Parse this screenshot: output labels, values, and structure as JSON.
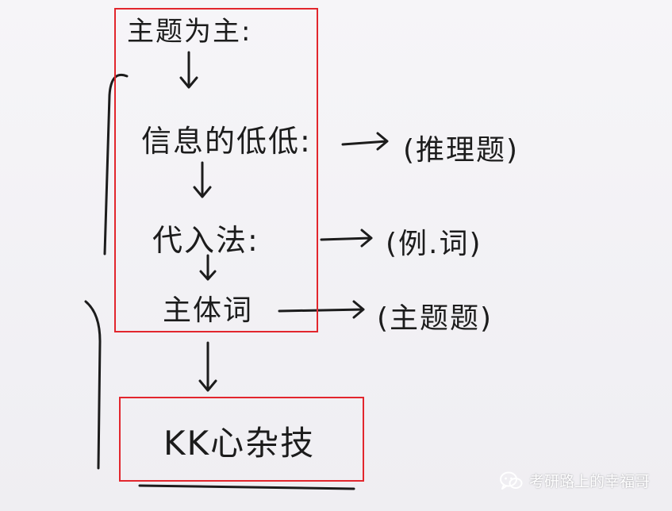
{
  "notes": {
    "title": "主题为主:",
    "step1": "信息的低低:",
    "step2": "代入法:",
    "step3": "主体词",
    "step1_note": "(推理题)",
    "step2_note": "(例.词)",
    "step3_note": "(主题题)",
    "final": "KK心杂技"
  },
  "watermark": {
    "icon": "wechat-icon",
    "text": "考研路上的幸福哥"
  },
  "colors": {
    "ink": "#1c1c1c",
    "highlight_box": "#e2262d",
    "watermark_text": "#ffffff"
  }
}
